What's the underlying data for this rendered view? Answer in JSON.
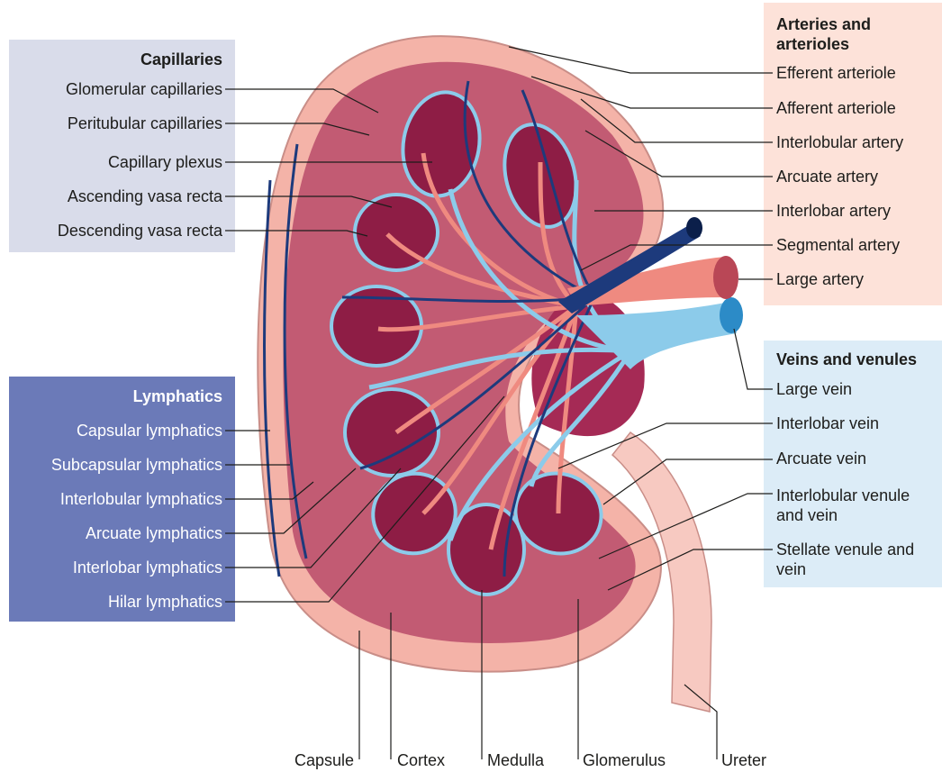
{
  "capillaries": {
    "heading": "Capillaries",
    "items": [
      "Glomerular capillaries",
      "Peritubular capillaries",
      "Capillary plexus",
      "Ascending vasa recta",
      "Descending vasa recta"
    ]
  },
  "lymphatics": {
    "heading": "Lymphatics",
    "items": [
      "Capsular lymphatics",
      "Subcapsular lymphatics",
      "Interlobular lymphatics",
      "Arcuate lymphatics",
      "Interlobar lymphatics",
      "Hilar lymphatics"
    ]
  },
  "arteries": {
    "heading": "Arteries and arterioles",
    "items": [
      "Efferent arteriole",
      "Afferent arteriole",
      "Interlobular artery",
      "Arcuate artery",
      "Interlobar artery",
      "Segmental artery",
      "Large artery"
    ]
  },
  "veins": {
    "heading": "Veins and venules",
    "items": [
      "Large vein",
      "Interlobar vein",
      "Arcuate vein",
      "Interlobular venule and vein",
      "Stellate venule and vein"
    ]
  },
  "bottom": {
    "items": [
      "Capsule",
      "Cortex",
      "Medulla",
      "Glomerulus",
      "Ureter"
    ]
  },
  "colors": {
    "capsule": "#f4b3a8",
    "cortex": "#c25b73",
    "medulla": "#8e1d45",
    "artery": "#ef8a80",
    "vein_light": "#8ccbea",
    "vein_dark": "#1d3a7c",
    "ureter": "#f7c9c1"
  }
}
